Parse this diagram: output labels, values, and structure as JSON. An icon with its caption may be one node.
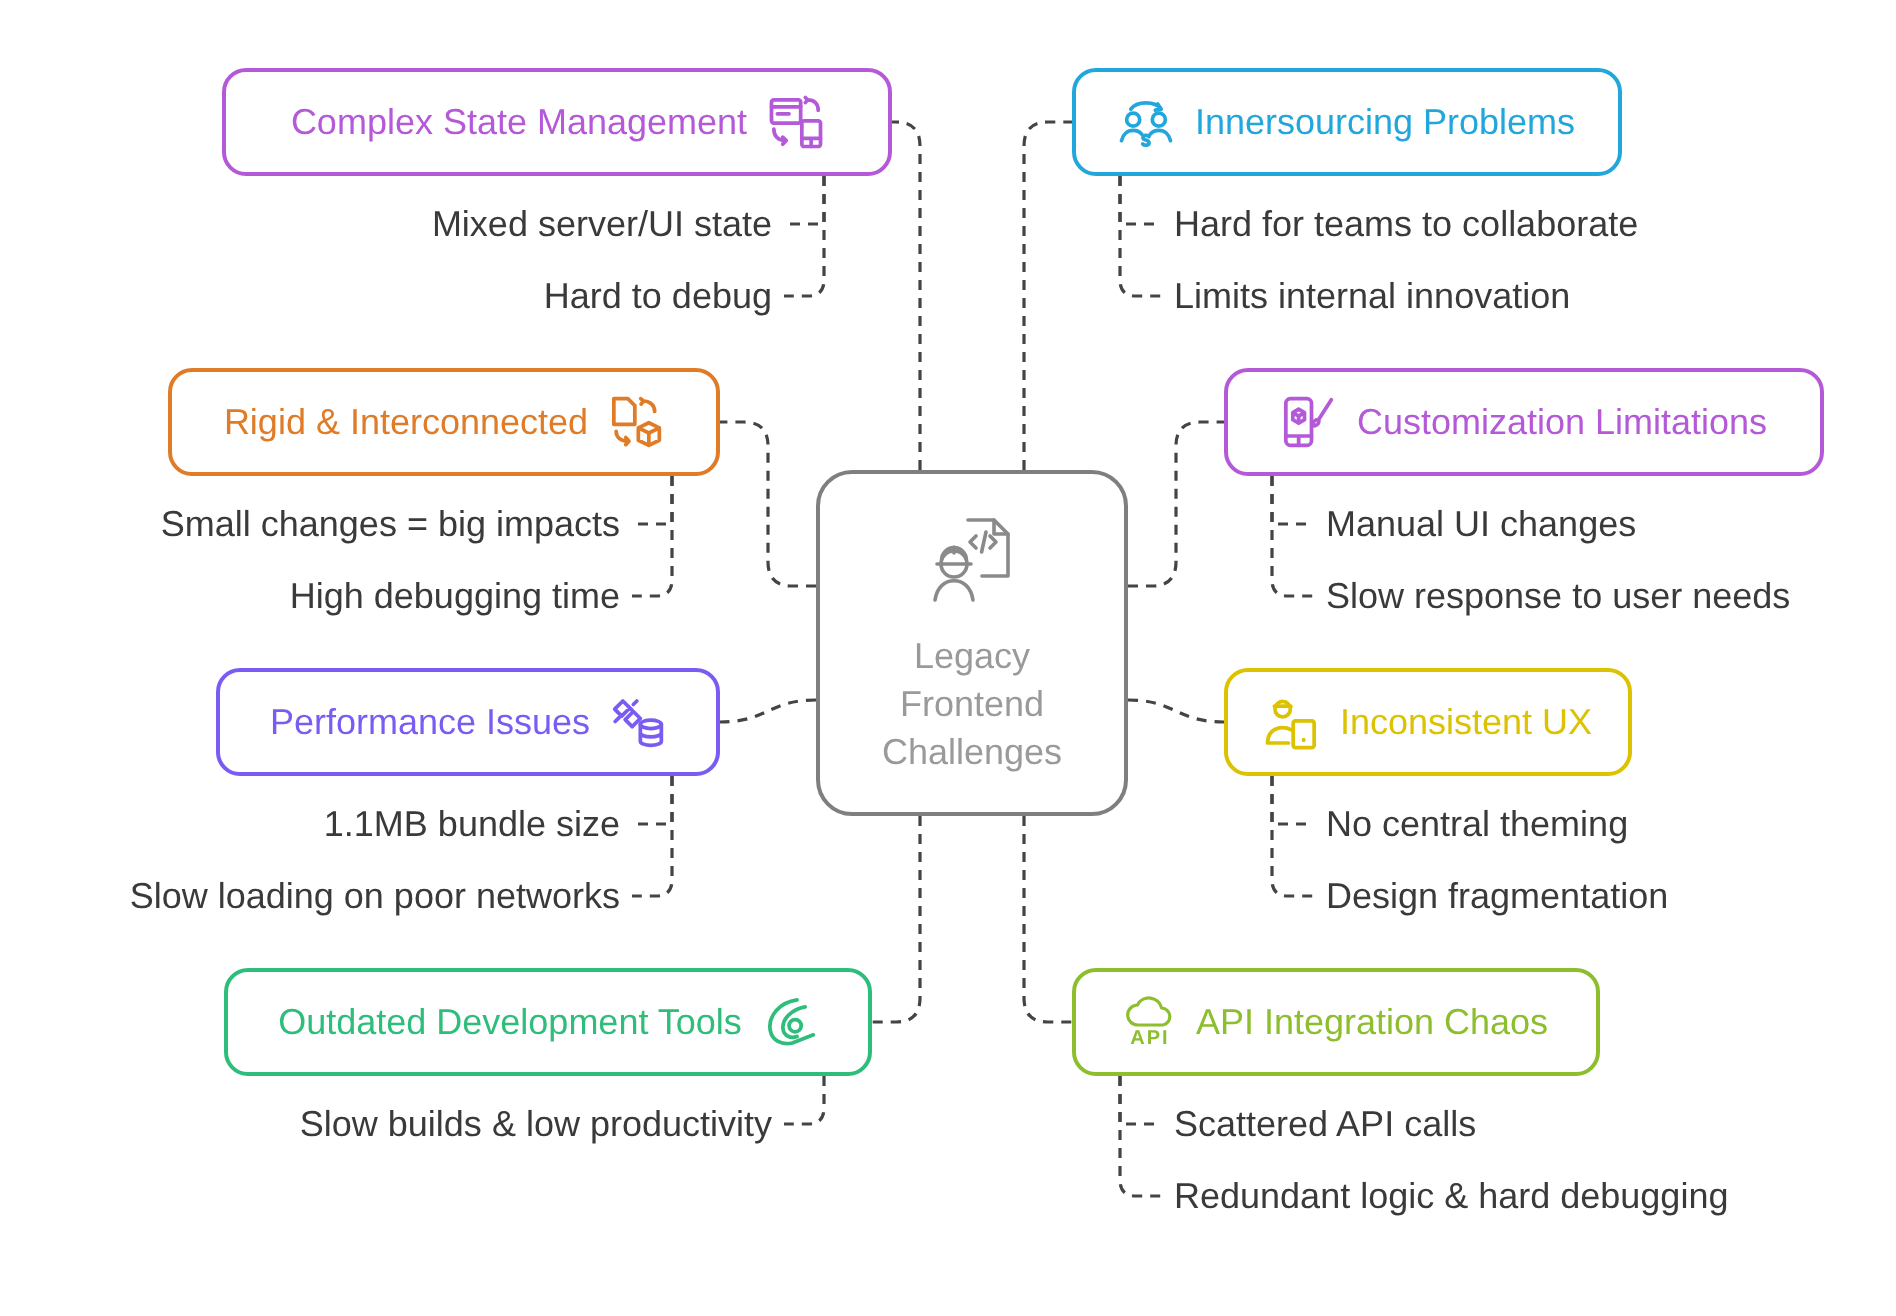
{
  "diagram": {
    "nodes": [
      {
        "text": [
          "Legacy Frontend Challenges"
        ]
      },
      {
        "text": [
          "Complex State Management"
        ]
      },
      {
        "text": [
          "Mixed server/UI state"
        ]
      },
      {
        "text": [
          "Hard to debug"
        ]
      },
      {
        "text": [
          "Innersourcing Problems"
        ]
      },
      {
        "text": [
          "Hard for teams to collaborate"
        ]
      },
      {
        "text": [
          "Limits internal innovation"
        ]
      },
      {
        "text": [
          "Rigid & Interconnected"
        ]
      },
      {
        "text": [
          "Small changes = big impacts"
        ]
      },
      {
        "text": [
          "High debugging time"
        ]
      },
      {
        "text": [
          "Customization Limitations"
        ]
      },
      {
        "text": [
          "Manual UI changes"
        ]
      },
      {
        "text": [
          "Slow response to user needs"
        ]
      },
      {
        "text": [
          "Performance Issues"
        ]
      },
      {
        "text": [
          "1.1MB bundle size"
        ]
      },
      {
        "text": [
          "Slow loading on poor networks"
        ]
      },
      {
        "text": [
          "Inconsistent UX"
        ]
      },
      {
        "text": [
          "No central theming"
        ]
      },
      {
        "text": [
          "Design fragmentation"
        ]
      },
      {
        "text": [
          "Outdated Development Tools"
        ]
      },
      {
        "text": [
          "Slow builds & low productivity"
        ]
      },
      {
        "text": [
          "API",
          "API Integration Chaos"
        ]
      },
      {
        "text": [
          "Scattered API calls"
        ]
      },
      {
        "text": [
          "Redundant logic & hard debugging"
        ]
      }
    ],
    "edges": [
      {
        "from": 0,
        "to": 1,
        "arrow": "none",
        "style": "dashed"
      },
      {
        "from": 0,
        "to": 4,
        "arrow": "none",
        "style": "dashed"
      },
      {
        "from": 0,
        "to": 7,
        "arrow": "none",
        "style": "dashed"
      },
      {
        "from": 0,
        "to": 10,
        "arrow": "none",
        "style": "dashed"
      },
      {
        "from": 0,
        "to": 13,
        "arrow": "none",
        "style": "dashed"
      },
      {
        "from": 0,
        "to": 16,
        "arrow": "none",
        "style": "dashed"
      },
      {
        "from": 0,
        "to": 19,
        "arrow": "none",
        "style": "dashed"
      },
      {
        "from": 0,
        "to": 21,
        "arrow": "none",
        "style": "dashed"
      },
      {
        "from": 1,
        "to": 2,
        "arrow": "none",
        "style": "dashed"
      },
      {
        "from": 1,
        "to": 3,
        "arrow": "none",
        "style": "dashed"
      },
      {
        "from": 4,
        "to": 5,
        "arrow": "none",
        "style": "dashed"
      },
      {
        "from": 4,
        "to": 6,
        "arrow": "none",
        "style": "dashed"
      },
      {
        "from": 7,
        "to": 8,
        "arrow": "none",
        "style": "dashed"
      },
      {
        "from": 7,
        "to": 9,
        "arrow": "none",
        "style": "dashed"
      },
      {
        "from": 10,
        "to": 11,
        "arrow": "none",
        "style": "dashed"
      },
      {
        "from": 10,
        "to": 12,
        "arrow": "none",
        "style": "dashed"
      },
      {
        "from": 13,
        "to": 14,
        "arrow": "none",
        "style": "dashed"
      },
      {
        "from": 13,
        "to": 15,
        "arrow": "none",
        "style": "dashed"
      },
      {
        "from": 16,
        "to": 17,
        "arrow": "none",
        "style": "dashed"
      },
      {
        "from": 16,
        "to": 18,
        "arrow": "none",
        "style": "dashed"
      },
      {
        "from": 19,
        "to": 20,
        "arrow": "none",
        "style": "dashed"
      },
      {
        "from": 21,
        "to": 22,
        "arrow": "none",
        "style": "dashed"
      },
      {
        "from": 21,
        "to": 23,
        "arrow": "none",
        "style": "dashed"
      }
    ]
  }
}
